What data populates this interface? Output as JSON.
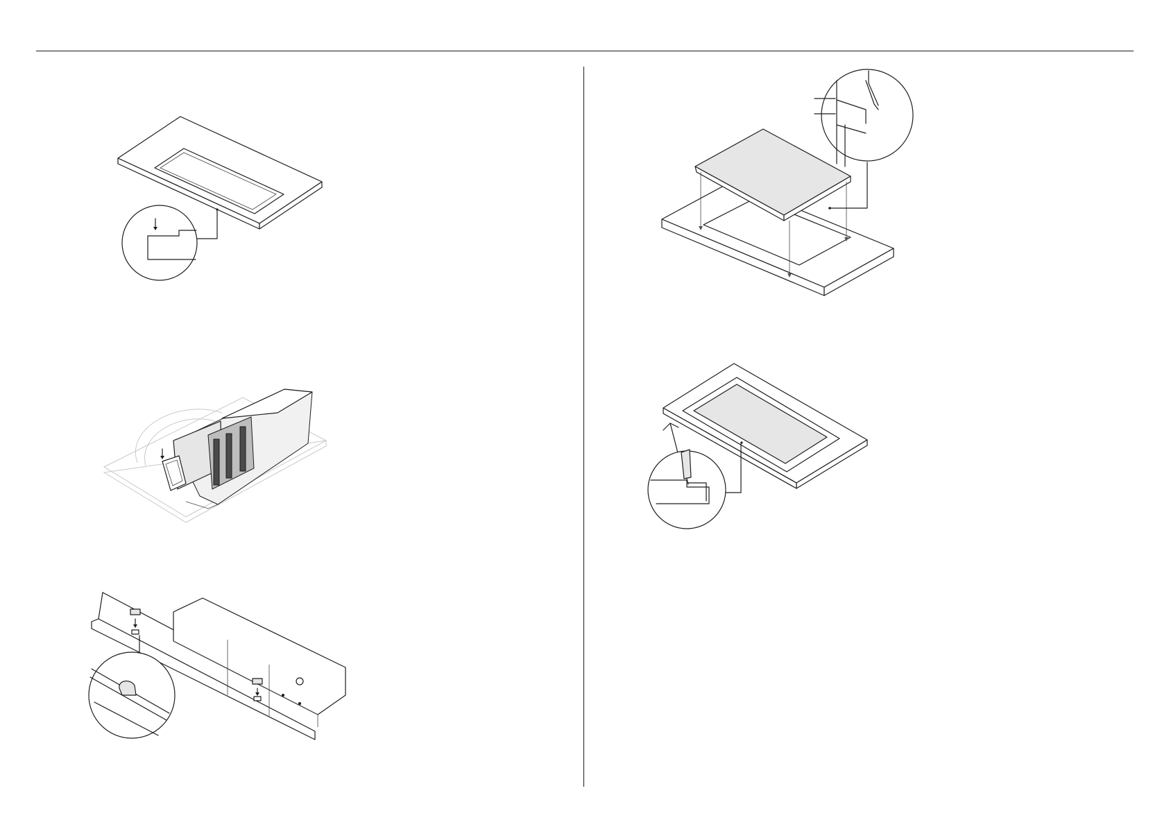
{
  "page": {
    "figures": [
      {
        "id": "fig-cutout-rebate",
        "icon": "countertop-cutout-illustration"
      },
      {
        "id": "fig-vent-insert",
        "icon": "downdraft-vent-illustration"
      },
      {
        "id": "fig-mounting-clips",
        "icon": "mounting-clip-illustration"
      },
      {
        "id": "fig-cooktop-lowering",
        "icon": "cooktop-installation-illustration"
      },
      {
        "id": "fig-silicone-seal",
        "icon": "silicone-sealing-illustration"
      }
    ]
  }
}
